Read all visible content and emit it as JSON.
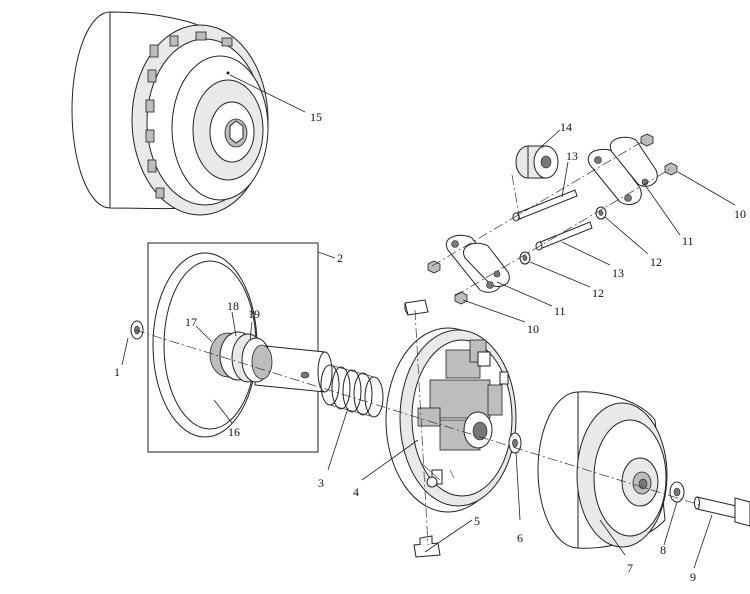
{
  "callouts": [
    "1",
    "2",
    "3",
    "4",
    "5",
    "6",
    "7",
    "8",
    "9",
    "10",
    "10",
    "11",
    "11",
    "12",
    "12",
    "13",
    "13",
    "14",
    "15",
    "16",
    "17",
    "18",
    "19"
  ]
}
